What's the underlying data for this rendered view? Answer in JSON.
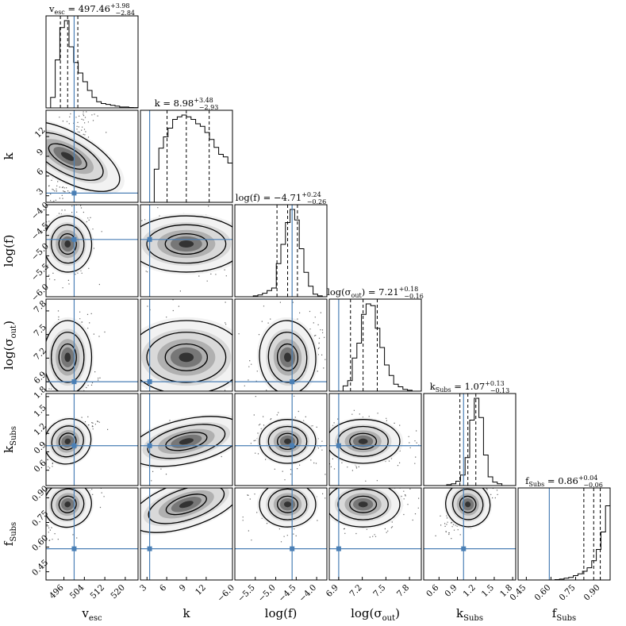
{
  "chart_data": {
    "type": "corner",
    "parameters": [
      {
        "id": "vesc",
        "symbol": "v",
        "subscript": "esc",
        "axis_label": "v_esc",
        "median": 497.46,
        "upper": "+3.98",
        "lower": "−2.84",
        "title_value": "497.46",
        "range": [
          489,
          525
        ],
        "ticks": [
          496,
          504,
          512,
          520
        ],
        "tick_labels": [
          "496",
          "504",
          "512",
          "520"
        ],
        "truth": 500,
        "q16": 494.62,
        "q84": 501.44
      },
      {
        "id": "k",
        "symbol": "k",
        "subscript": "",
        "axis_label": "k",
        "median": 8.98,
        "upper": "+3.48",
        "lower": "−2.93",
        "title_value": "8.98",
        "range": [
          2.0,
          16.0
        ],
        "ticks": [
          3,
          6,
          9,
          12
        ],
        "tick_labels": [
          "3",
          "6",
          "9",
          "12"
        ],
        "truth": 3.4,
        "q16": 6.05,
        "q84": 12.46
      },
      {
        "id": "logf",
        "symbol": "log(f)",
        "subscript": "",
        "axis_label": "log(f)",
        "median": -4.71,
        "upper": "+0.24",
        "lower": "−0.26",
        "title_value": "−4.71",
        "range": [
          -6.0,
          -3.75
        ],
        "ticks": [
          -6.0,
          -5.5,
          -5.0,
          -4.5,
          -4.0
        ],
        "tick_labels": [
          "−6.0",
          "−5.5",
          "−5.0",
          "−4.5",
          "−4.0"
        ],
        "truth": -4.6,
        "q16": -4.97,
        "q84": -4.47
      },
      {
        "id": "logsig",
        "symbol": "log(σ",
        "subscript": "out",
        "axis_label": "log(σ_out)",
        "median": 7.21,
        "upper": "+0.18",
        "lower": "−0.16",
        "title_value": "7.21",
        "range": [
          6.78,
          7.95
        ],
        "ticks": [
          6.9,
          7.2,
          7.5,
          7.8
        ],
        "tick_labels": [
          "6.9",
          "7.2",
          "7.5",
          "7.8"
        ],
        "truth": 6.9,
        "q16": 7.05,
        "q84": 7.39
      },
      {
        "id": "ksubs",
        "symbol": "k",
        "subscript": "Subs",
        "axis_label": "k_Subs",
        "median": 1.07,
        "upper": "+0.13",
        "lower": "−0.13",
        "title_value": "1.07",
        "range": [
          0.35,
          1.85
        ],
        "ticks": [
          0.6,
          0.9,
          1.2,
          1.5,
          1.8
        ],
        "tick_labels": [
          "0.6",
          "0.9",
          "1.2",
          "1.5",
          "1.8"
        ],
        "truth": 1.0,
        "q16": 0.94,
        "q84": 1.2
      },
      {
        "id": "fsubs",
        "symbol": "f",
        "subscript": "Subs",
        "axis_label": "f_Subs",
        "median": 0.86,
        "upper": "+0.04",
        "lower": "−0.06",
        "title_value": "0.86",
        "range": [
          0.4,
          0.96
        ],
        "ticks": [
          0.45,
          0.6,
          0.75,
          0.9
        ],
        "tick_labels": [
          "0.45",
          "0.60",
          "0.75",
          "0.90"
        ],
        "truth": 0.59,
        "q16": 0.8,
        "q84": 0.9
      }
    ],
    "histograms": [
      [
        0,
        0.12,
        0.55,
        0.92,
        1.0,
        0.7,
        0.52,
        0.4,
        0.3,
        0.2,
        0.12,
        0.07,
        0.05,
        0.04,
        0.03,
        0.02,
        0.01,
        0.01,
        0.005,
        0.003
      ],
      [
        0,
        0,
        0,
        0.38,
        0.62,
        0.75,
        0.85,
        0.95,
        0.98,
        1.0,
        0.98,
        0.95,
        0.9,
        0.87,
        0.8,
        0.72,
        0.63,
        0.55,
        0.52,
        0.45
      ],
      [
        0,
        0,
        0,
        0,
        0.01,
        0.02,
        0.04,
        0.07,
        0.1,
        0.38,
        0.6,
        0.85,
        1.0,
        0.88,
        0.55,
        0.28,
        0.12,
        0.03,
        0.01,
        0
      ],
      [
        0,
        0,
        0,
        0.06,
        0.12,
        0.38,
        0.55,
        0.88,
        1.0,
        0.98,
        0.72,
        0.5,
        0.3,
        0.18,
        0.08,
        0.05,
        0.02,
        0.01,
        0,
        0
      ],
      [
        0,
        0,
        0,
        0,
        0,
        0.01,
        0.02,
        0.05,
        0.12,
        0.32,
        0.75,
        1.0,
        0.78,
        0.35,
        0.1,
        0.04,
        0.02,
        0,
        0,
        0
      ],
      [
        0,
        0,
        0,
        0,
        0,
        0,
        0,
        0,
        0.005,
        0.01,
        0.02,
        0.03,
        0.05,
        0.07,
        0.1,
        0.14,
        0.22,
        0.35,
        0.55,
        0.85
      ]
    ],
    "grid": false,
    "legend": "none"
  }
}
